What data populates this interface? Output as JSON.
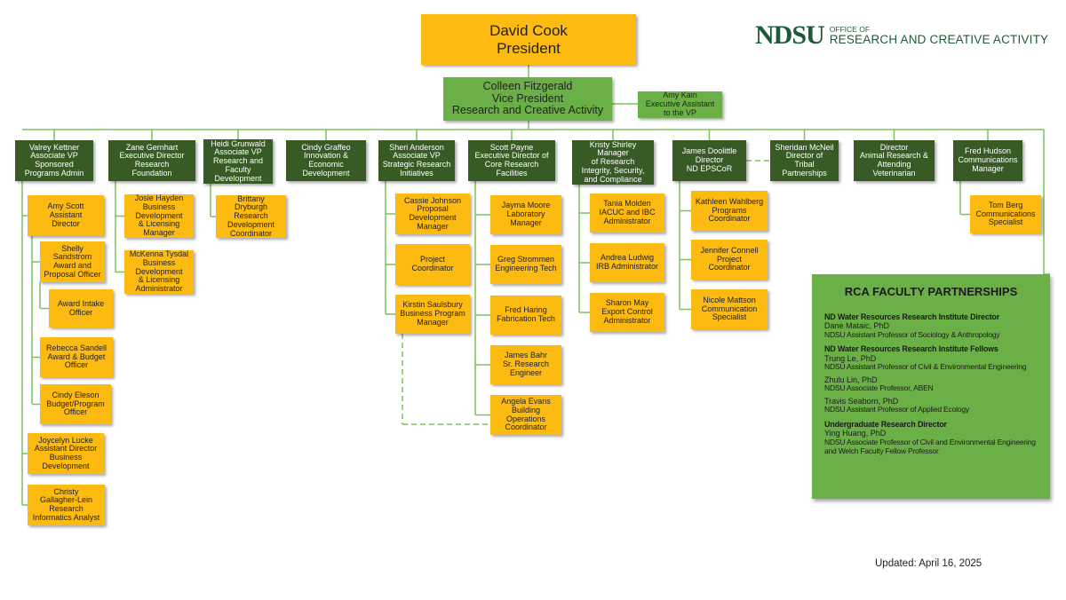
{
  "logo": {
    "mark": "NDSU",
    "line1": "OFFICE OF",
    "line2": "RESEARCH AND CREATIVE ACTIVITY"
  },
  "colors": {
    "gold": "#fdbb12",
    "dark_green": "#385a25",
    "light_green": "#6bb046",
    "line_green": "#7cc15a"
  },
  "president": [
    "David Cook",
    "President"
  ],
  "vice_president": [
    "Colleen Fitzgerald",
    "Vice President",
    "Research and Creative Activity"
  ],
  "executive_assistant": [
    "Amy Kain",
    "Executive Assistant",
    "to the VP"
  ],
  "units": [
    {
      "head": [
        "Valrey Kettner",
        "Associate VP",
        "Sponsored",
        "Programs Admin"
      ],
      "staff": [
        [
          "Amy Scott",
          "Assistant",
          "Director"
        ],
        [
          "Shelly",
          "Sandstrom",
          "Award and",
          "Proposal Officer"
        ],
        [
          "Award Intake",
          "Officer"
        ],
        [
          "Rebecca Sandell",
          "Award & Budget",
          "Officer"
        ],
        [
          "Cindy Eleson",
          "Budget/Program",
          "Officer"
        ],
        [
          "Joycelyn Lucke",
          "Assistant Director",
          "Business",
          "Development"
        ],
        [
          "Christy",
          "Gallagher-Lein",
          "Research",
          "Informatics Analyst"
        ]
      ]
    },
    {
      "head": [
        "Zane Gernhart",
        "Executive Director",
        "Research",
        "Foundation"
      ],
      "staff": [
        [
          "Josie Hayden",
          "Business",
          "Development",
          "& Licensing",
          "Manager"
        ],
        [
          "McKenna Tysdal",
          "Business",
          "Development",
          "& Licensing",
          "Administrator"
        ]
      ]
    },
    {
      "head": [
        "Heidi Grunwald",
        "Associate VP",
        "Research and",
        "Faculty",
        "Development"
      ],
      "staff": [
        [
          "Brittany",
          "Dryburgh",
          "Research",
          "Development",
          "Coordinator"
        ]
      ]
    },
    {
      "head": [
        "Cindy Graffeo",
        "Innovation &",
        "Economic",
        "Development"
      ],
      "staff": []
    },
    {
      "head": [
        "Sheri Anderson",
        "Associate VP",
        "Strategic Research",
        "Initiatives"
      ],
      "staff": [
        [
          "Cassie Johnson",
          "Proposal",
          "Development",
          "Manager"
        ],
        [
          "Project",
          "Coordinator"
        ],
        [
          "Kirstin Saulsbury",
          "Business Program",
          "Manager"
        ]
      ]
    },
    {
      "head": [
        "Scott Payne",
        "Executive Director of",
        "Core Research",
        "Facilities"
      ],
      "staff": [
        [
          "Jayma Moore",
          "Laboratory",
          "Manager"
        ],
        [
          "Greg Strommen",
          "Engineering Tech"
        ],
        [
          "Fred Haring",
          "Fabrication Tech"
        ],
        [
          "James Bahr",
          "Sr. Research",
          "Engineer"
        ],
        [
          "Angela Evans",
          "Building",
          "Operations",
          "Coordinator"
        ]
      ]
    },
    {
      "head": [
        "Kristy Shirley",
        "Manager",
        "of Research",
        "Integrity, Security,",
        "and Compliance"
      ],
      "staff": [
        [
          "Tania Molden",
          "IACUC and IBC",
          "Administrator"
        ],
        [
          "Andrea Ludwig",
          "IRB Administrator"
        ],
        [
          "Sharon May",
          "Export Control",
          "Administrator"
        ]
      ]
    },
    {
      "head": [
        "James Doolittle",
        "Director",
        "ND EPSCoR"
      ],
      "staff": [
        [
          "Kathleen Wahlberg",
          "Programs",
          "Coordinator"
        ],
        [
          "Jennifer Connell",
          "Project",
          "Coordinator"
        ],
        [
          "Nicole Mattson",
          "Communication",
          "Specialist"
        ]
      ]
    },
    {
      "head": [
        "Sheridan McNeil",
        "Director of",
        "Tribal",
        "Partnerships"
      ],
      "staff": []
    },
    {
      "head": [
        "Director",
        "Animal Research &",
        "Attending",
        "Veterinarian"
      ],
      "staff": []
    },
    {
      "head": [
        "Fred Hudson",
        "Communications",
        "Manager"
      ],
      "staff": [
        [
          "Tom Berg",
          "Communications",
          "Specialist"
        ]
      ]
    }
  ],
  "faculty_partnerships": {
    "title": "RCA FACULTY PARTNERSHIPS",
    "sections": [
      {
        "heading": "ND Water Resources Research Institute Director",
        "members": [
          {
            "name": "Dane Mataic, PhD",
            "title": "NDSU Assistant Professor of Sociology & Anthropology"
          }
        ]
      },
      {
        "heading": "ND Water Resources Research Institute Fellows",
        "members": [
          {
            "name": "Trung Le, PhD",
            "title": "NDSU Assistant Professor of Civil & Environmental Engineering"
          },
          {
            "name": "Zhulu Lin, PhD",
            "title": "NDSU Associate Professor, ABEN"
          },
          {
            "name": "Travis Seaborn, PhD",
            "title": "NDSU Assistant Professor of Applied Ecology"
          }
        ]
      },
      {
        "heading": "Undergraduate Research Director",
        "members": [
          {
            "name": "Ying Huang, PhD",
            "title": "NDSU Associate Professor of Civil and Environmental Engineering and Welch Faculty Fellow Professor"
          }
        ]
      }
    ]
  },
  "updated": "Updated: April 16, 2025"
}
